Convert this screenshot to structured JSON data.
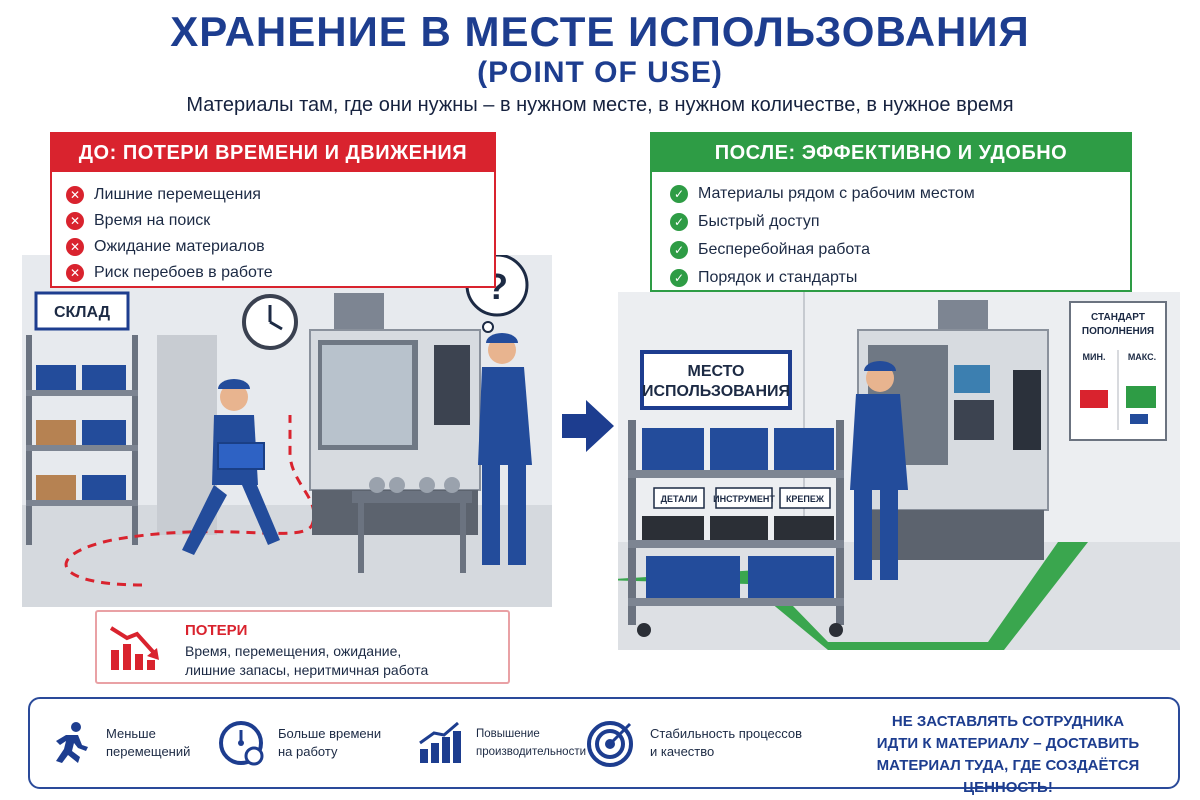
{
  "header": {
    "title": "ХРАНЕНИЕ В МЕСТЕ ИСПОЛЬЗОВАНИЯ",
    "subtitle": "(POINT OF USE)",
    "tagline": "Материалы там, где они нужны – в нужном месте, в нужном количестве, в нужное время"
  },
  "before": {
    "heading": "ДО: ПОТЕРИ ВРЕМЕНИ И ДВИЖЕНИЯ",
    "items": [
      {
        "label": "Лишние перемещения"
      },
      {
        "label": "Время на поиск"
      },
      {
        "label": "Ожидание материалов"
      },
      {
        "label": "Риск перебоев в работе"
      }
    ],
    "warehouse_sign": "СКЛАД",
    "question_mark": "?",
    "losses": {
      "title": "ПОТЕРИ",
      "line1": "Время, перемещения, ожидание,",
      "line2": "лишние запасы, неритмичная работа"
    },
    "colors": {
      "accent": "#d9232e"
    }
  },
  "after": {
    "heading": "ПОСЛЕ: ЭФФЕКТИВНО И УДОБНО",
    "items": [
      {
        "label": "Материалы рядом с рабочим местом"
      },
      {
        "label": "Быстрый доступ"
      },
      {
        "label": "Бесперебойная работа"
      },
      {
        "label": "Порядок и стандарты"
      }
    ],
    "place_sign_line1": "МЕСТО",
    "place_sign_line2": "ИСПОЛЬЗОВАНИЯ",
    "cart_labels": [
      "ДЕТАЛИ",
      "ИНСТРУМЕНТ",
      "КРЕПЕЖ"
    ],
    "standard_board": {
      "title_line1": "СТАНДАРТ",
      "title_line2": "ПОПОЛНЕНИЯ",
      "min": "МИН.",
      "max": "МАКС."
    },
    "colors": {
      "accent": "#2e9c45"
    }
  },
  "benefits": [
    {
      "icon": "running-person-icon",
      "line1": "Меньше",
      "line2": "перемещений"
    },
    {
      "icon": "stopwatch-icon",
      "line1": "Больше времени",
      "line2": "на работу"
    },
    {
      "icon": "growth-chart-icon",
      "line1": "Повышение",
      "line2": "производительности"
    },
    {
      "icon": "target-icon",
      "line1": "Стабильность процессов",
      "line2": "и качество"
    }
  ],
  "motto": {
    "line1": "НЕ ЗАСТАВЛЯТЬ СОТРУДНИКА",
    "line2": "ИДТИ К МАТЕРИАЛУ – ДОСТАВИТЬ",
    "line3": "МАТЕРИАЛ ТУДА, ГДЕ СОЗДАЁТСЯ ЦЕННОСТЬ!"
  },
  "colors": {
    "brand": "#1d3d8f",
    "bad": "#d9232e",
    "good": "#2e9c45"
  }
}
